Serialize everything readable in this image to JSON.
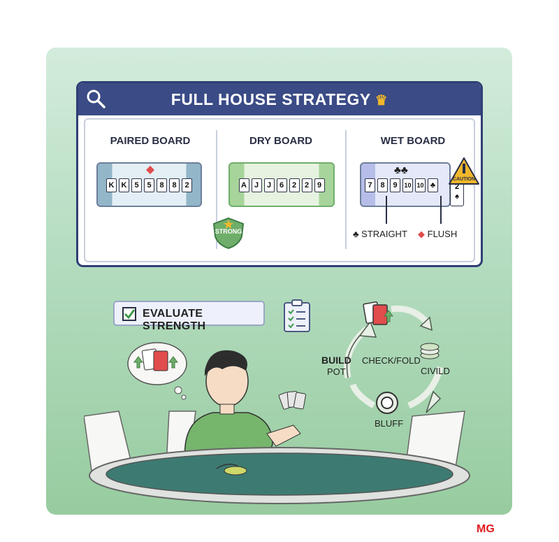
{
  "header": {
    "title": "FULL HOUSE STRATEGY"
  },
  "boards": [
    {
      "title": "PAIRED BOARD",
      "cards": [
        "K",
        "K",
        "5",
        "5",
        "8",
        "8",
        "2"
      ]
    },
    {
      "title": "DRY BOARD",
      "cards": [
        "A",
        "J",
        "J",
        "6",
        "2",
        "2",
        "9"
      ],
      "badge": "STRONG"
    },
    {
      "title": "WET BOARD",
      "cards": [
        "7",
        "8",
        "9",
        "10",
        "10",
        "♣"
      ],
      "edge_card": "2",
      "warning": "CAUTION",
      "legend": [
        {
          "symbol": "♣",
          "label": "STRAIGHT"
        },
        {
          "symbol": "◆",
          "label": "FLUSH"
        }
      ]
    }
  ],
  "evaluate": {
    "label": "EVALUATE STRENGTH"
  },
  "cycle": {
    "build_line1": "BUILD",
    "build_line2": "POT",
    "checkfold": "CHECK/FOLD",
    "civild": "CIVILD",
    "bluff": "BLUFF"
  },
  "watermark": "MG",
  "colors": {
    "header": "#3a4b86",
    "accent_green": "#6fae6a",
    "caution": "#f0b72b",
    "diamond": "#e14c4c"
  }
}
